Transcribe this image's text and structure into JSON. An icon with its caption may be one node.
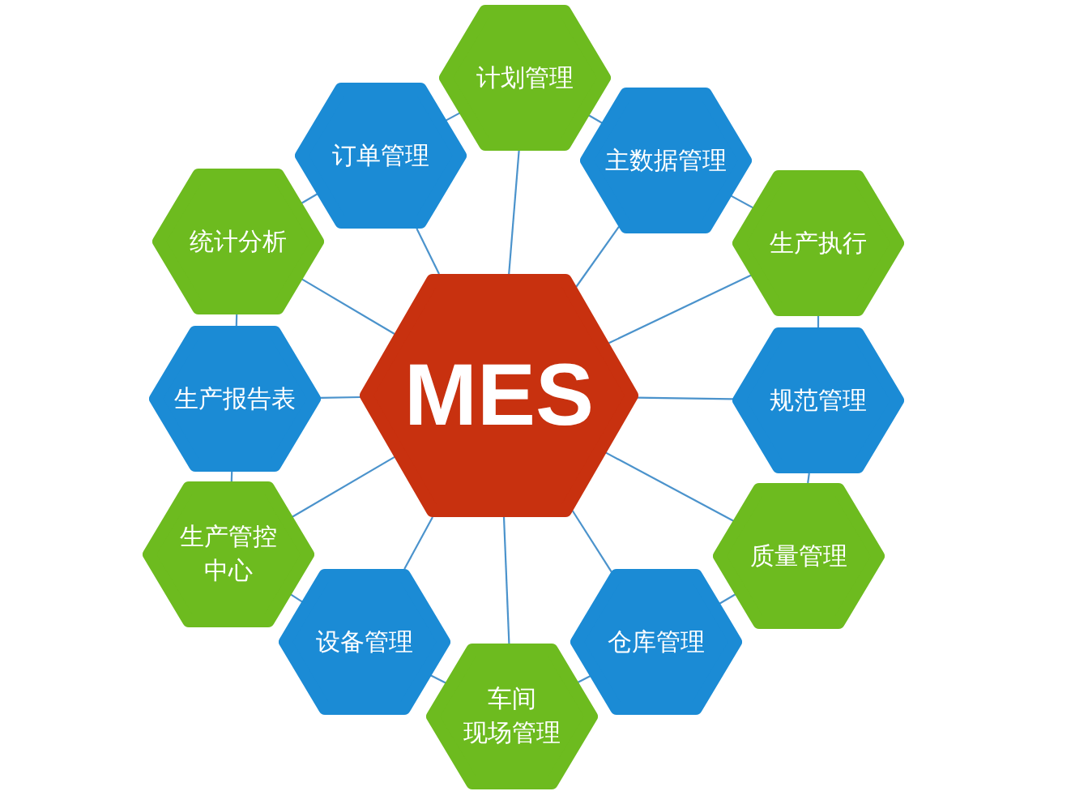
{
  "diagram": {
    "nodes": [
      {
        "text": [
          "MES"
        ]
      },
      {
        "text": [
          "计划管理"
        ]
      },
      {
        "text": [
          "订单管理"
        ]
      },
      {
        "text": [
          "主数据管理"
        ]
      },
      {
        "text": [
          "统计分析"
        ]
      },
      {
        "text": [
          "生产执行"
        ]
      },
      {
        "text": [
          "生产报告表"
        ]
      },
      {
        "text": [
          "规范管理"
        ]
      },
      {
        "text": [
          "生产管控中心"
        ]
      },
      {
        "text": [
          "质量管理"
        ]
      },
      {
        "text": [
          "设备管理"
        ]
      },
      {
        "text": [
          "仓库管理"
        ]
      },
      {
        "text": [
          "车间现场管理"
        ]
      }
    ],
    "edges": [
      {
        "from": 0,
        "to": 1,
        "arrow": "none"
      },
      {
        "from": 0,
        "to": 2,
        "arrow": "none"
      },
      {
        "from": 0,
        "to": 3,
        "arrow": "none"
      },
      {
        "from": 0,
        "to": 4,
        "arrow": "none"
      },
      {
        "from": 0,
        "to": 5,
        "arrow": "none"
      },
      {
        "from": 0,
        "to": 6,
        "arrow": "none"
      },
      {
        "from": 0,
        "to": 7,
        "arrow": "none"
      },
      {
        "from": 0,
        "to": 8,
        "arrow": "none"
      },
      {
        "from": 0,
        "to": 9,
        "arrow": "none"
      },
      {
        "from": 0,
        "to": 10,
        "arrow": "none"
      },
      {
        "from": 0,
        "to": 11,
        "arrow": "none"
      },
      {
        "from": 0,
        "to": 12,
        "arrow": "none"
      },
      {
        "from": 1,
        "to": 3,
        "arrow": "none"
      },
      {
        "from": 3,
        "to": 5,
        "arrow": "none"
      },
      {
        "from": 5,
        "to": 7,
        "arrow": "none"
      },
      {
        "from": 7,
        "to": 9,
        "arrow": "none"
      },
      {
        "from": 9,
        "to": 11,
        "arrow": "none"
      },
      {
        "from": 11,
        "to": 12,
        "arrow": "none"
      },
      {
        "from": 12,
        "to": 10,
        "arrow": "none"
      },
      {
        "from": 10,
        "to": 8,
        "arrow": "none"
      },
      {
        "from": 8,
        "to": 6,
        "arrow": "none"
      },
      {
        "from": 6,
        "to": 4,
        "arrow": "none"
      },
      {
        "from": 4,
        "to": 2,
        "arrow": "none"
      },
      {
        "from": 2,
        "to": 1,
        "arrow": "none"
      }
    ]
  }
}
